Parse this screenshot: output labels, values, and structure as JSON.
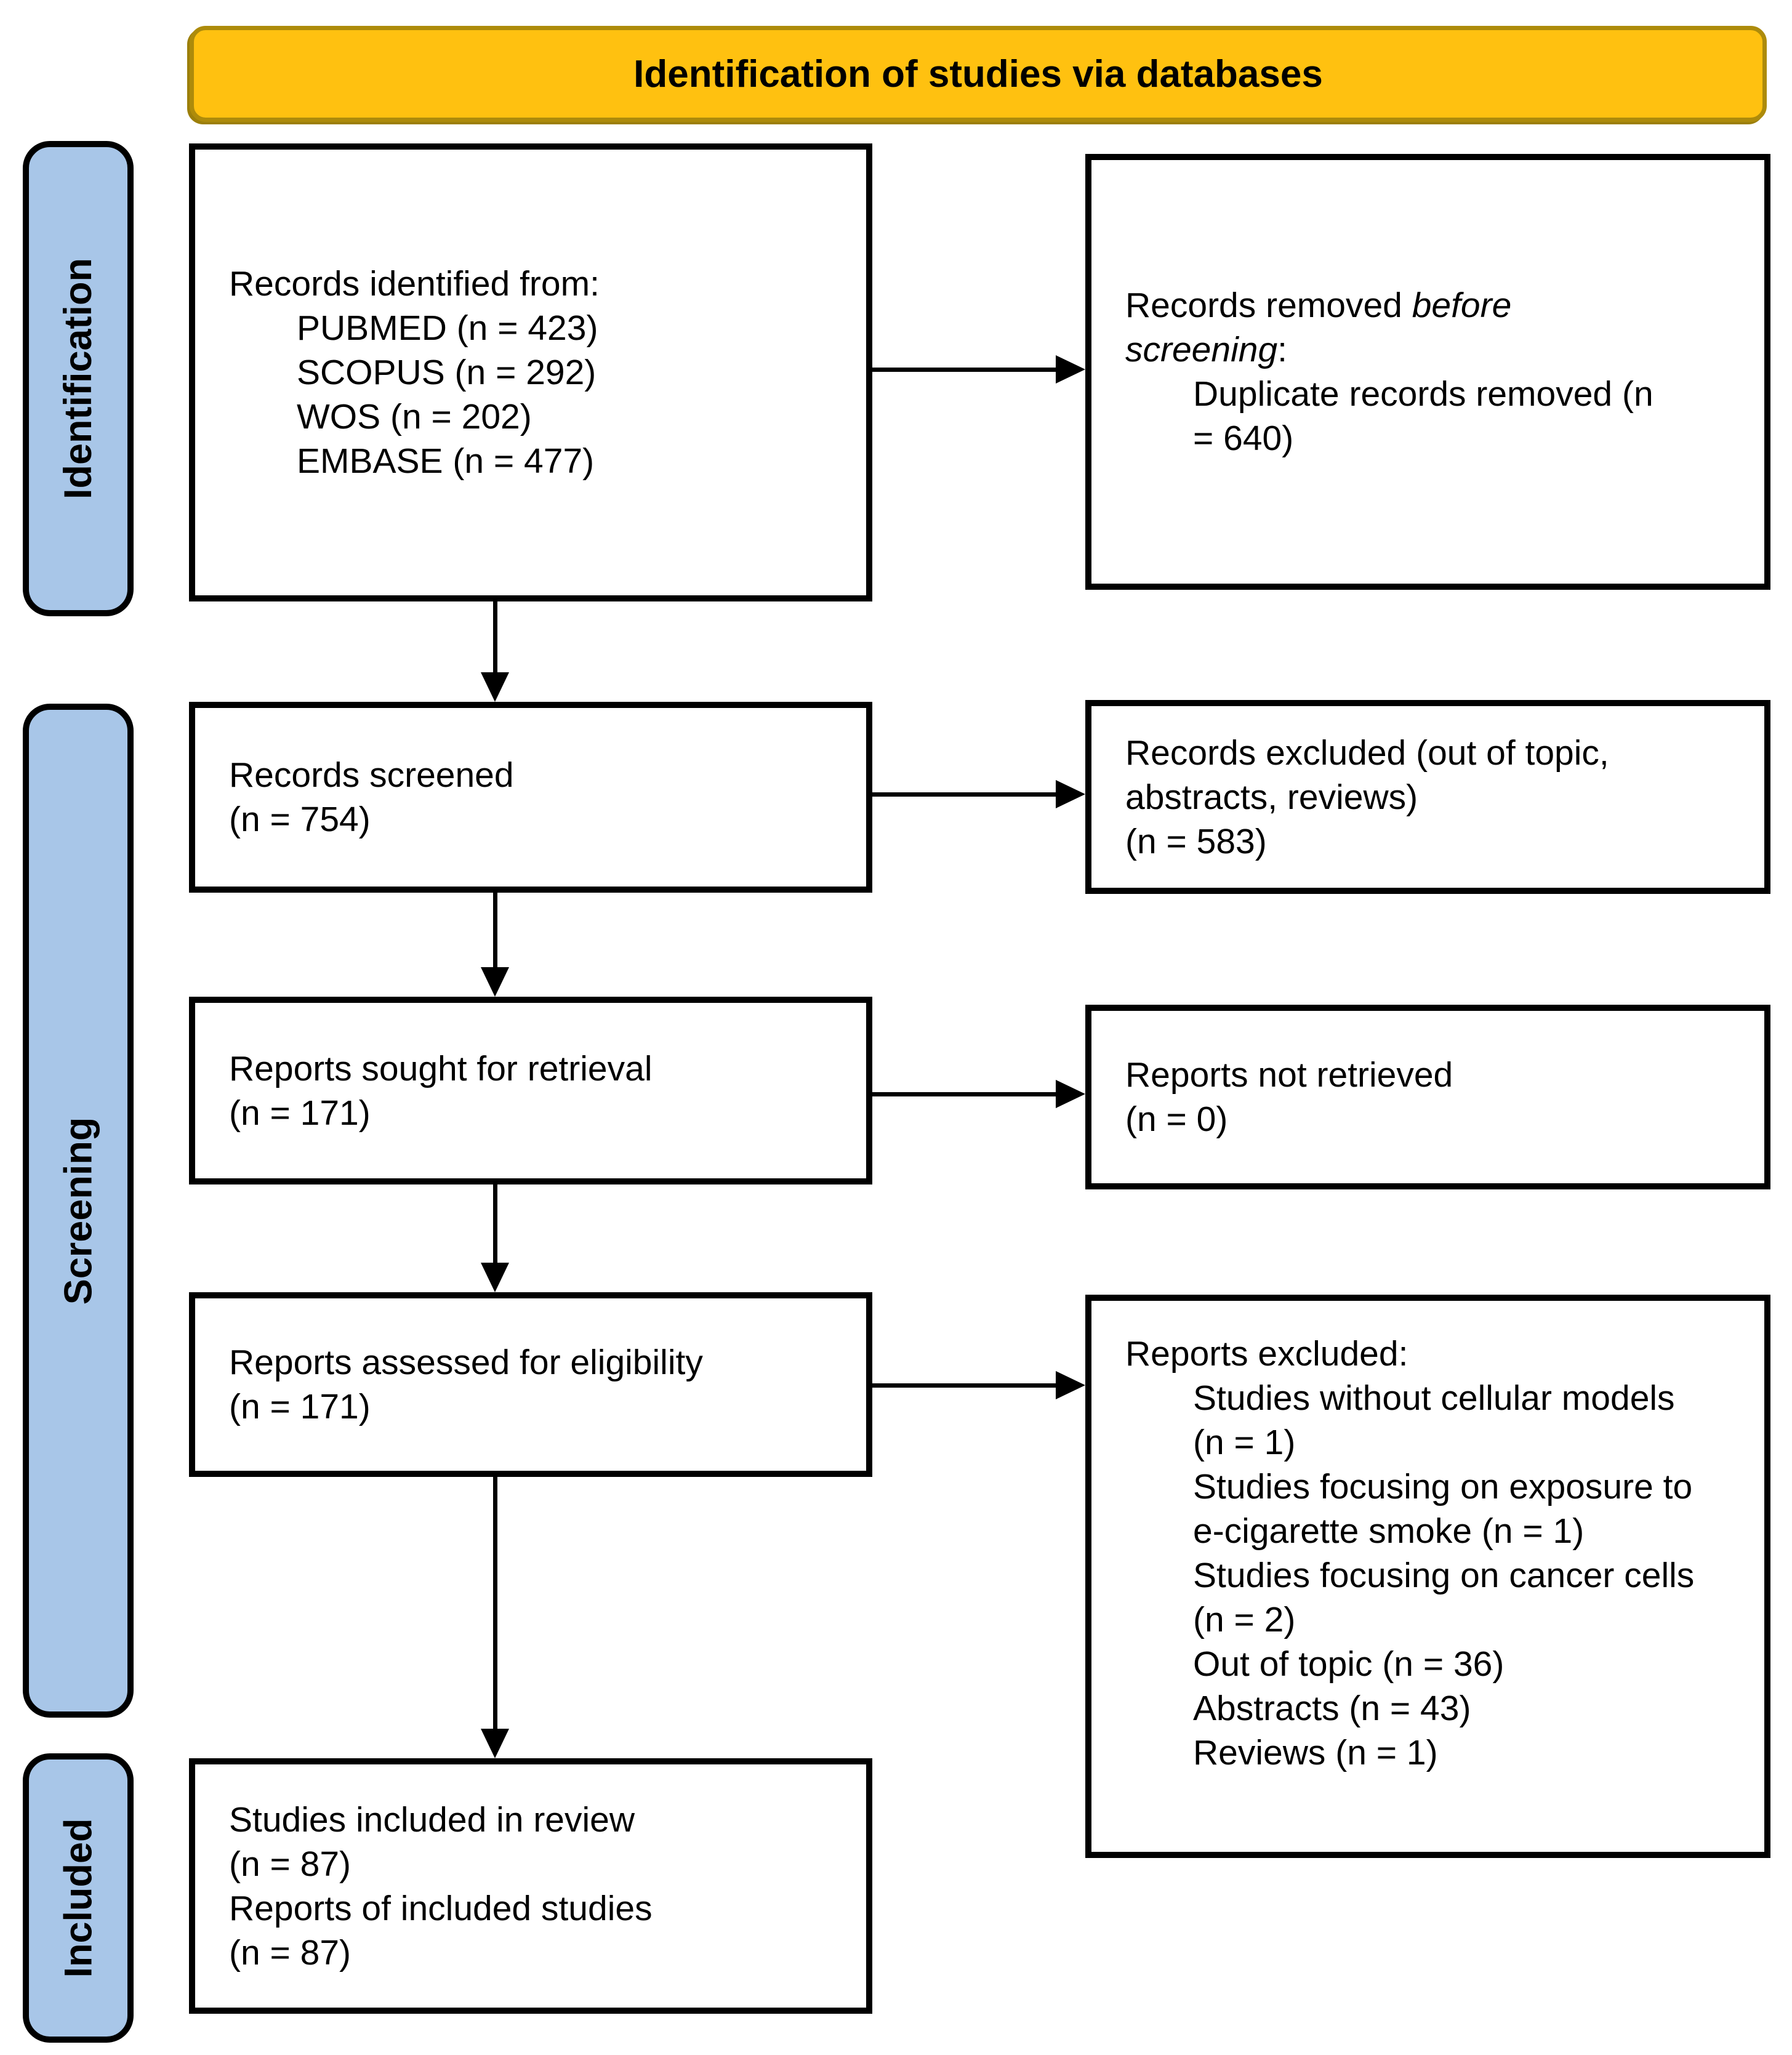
{
  "header": {
    "title": "Identification of studies via databases"
  },
  "stages": {
    "identification": "Identification",
    "screening": "Screening",
    "included": "Included"
  },
  "boxes": {
    "records_identified": {
      "intro": "Records identified from:",
      "items": [
        "PUBMED (n = 423)",
        "SCOPUS (n = 292)",
        "WOS (n = 202)",
        "EMBASE (n = 477)"
      ]
    },
    "records_removed": {
      "prefix": "Records removed ",
      "italic": "before screening",
      "suffix": ":",
      "items": [
        "Duplicate records removed (n = 640)"
      ]
    },
    "records_screened": {
      "label": "Records screened",
      "count": "(n = 754)"
    },
    "records_excluded": {
      "label": "Records excluded (out of topic, abstracts, reviews)",
      "count": "(n = 583)"
    },
    "reports_sought": {
      "label": "Reports sought for retrieval",
      "count": "(n = 171)"
    },
    "reports_not_retrieved": {
      "label": "Reports not retrieved",
      "count": "(n = 0)"
    },
    "reports_assessed": {
      "label": "Reports assessed for eligibility",
      "count": "(n = 171)"
    },
    "reports_excluded": {
      "intro": "Reports excluded:",
      "items": [
        "Studies without cellular models (n = 1)",
        "Studies focusing on exposure to e-cigarette smoke (n = 1)",
        "Studies focusing on cancer cells (n = 2)",
        "Out of topic (n = 36)",
        "Abstracts (n = 43)",
        "Reviews (n = 1)"
      ]
    },
    "studies_included": {
      "label1": "Studies included in review",
      "count1": "(n = 87)",
      "label2": "Reports of included studies",
      "count2": "(n = 87)"
    }
  },
  "colors": {
    "banner_bg": "#FFC110",
    "banner_border": "#AD8B0B",
    "stage_bg": "#A8C6E8",
    "box_border": "#000000"
  }
}
